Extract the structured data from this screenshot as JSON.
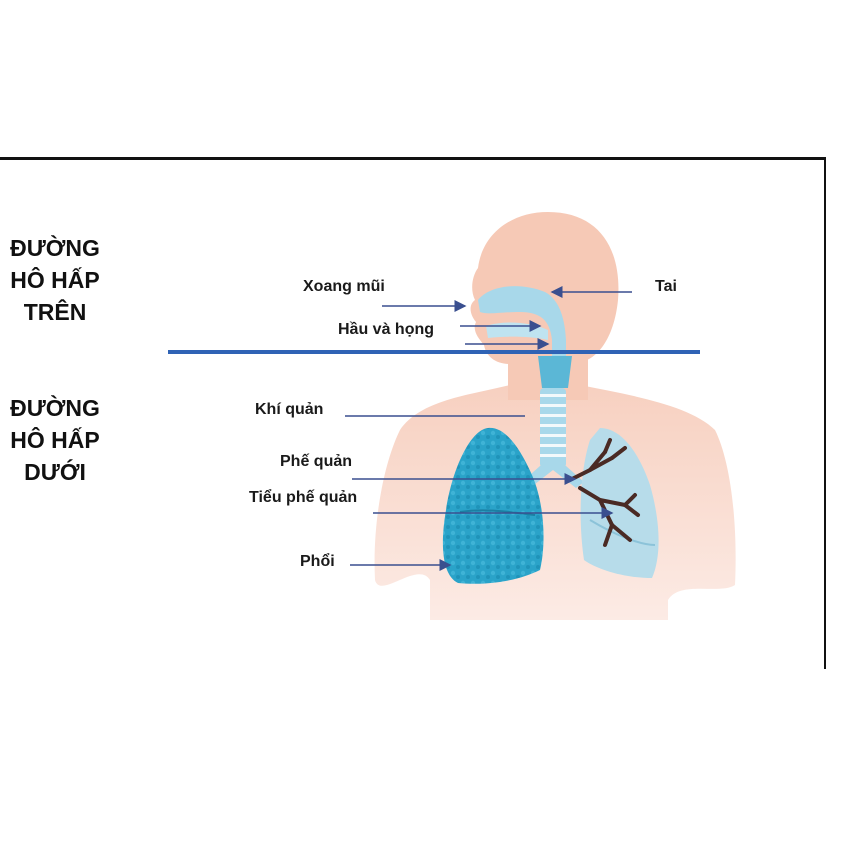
{
  "sections": {
    "upper": "ĐƯỜNG\nHÔ HẤP\nTRÊN",
    "lower": "ĐƯỜNG\nHÔ HẤP\nDƯỚI"
  },
  "labels": {
    "sinus": "Xoang mũi",
    "ear": "Tai",
    "pharynx": "Hầu và họng",
    "trachea": "Khí quản",
    "bronchi": "Phế quản",
    "bronchioles": "Tiểu phế quản",
    "lungs": "Phổi"
  },
  "colors": {
    "skin": "#f6c9b6",
    "skin_light": "#fbe3da",
    "airway": "#a8d8ea",
    "airway_dark": "#5bb7d6",
    "lung_dark": "#2aa3c9",
    "lung_light": "#b7dcea",
    "bronchi_tree": "#4a2a24",
    "divider": "#2f63b5",
    "arrow": "#3a4f8f"
  }
}
